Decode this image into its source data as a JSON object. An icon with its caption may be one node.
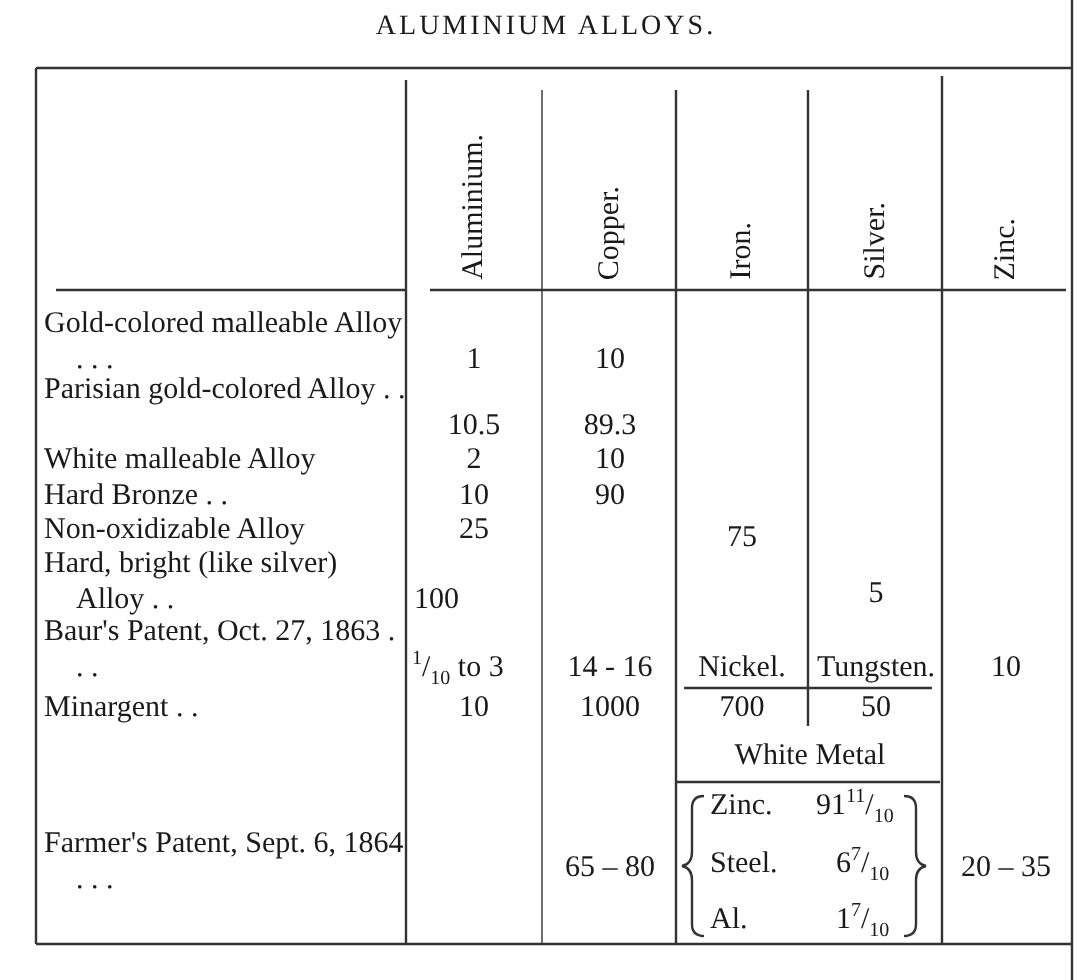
{
  "diagram": {
    "title": "ALUMINIUM ALLOYS.",
    "labels": [
      "Aluminium.",
      "Copper.",
      "Iron.",
      "Silver.",
      "Zinc.",
      "Gold-colored malleable Alloy . . .",
      "1",
      "10",
      "Parisian gold-colored Alloy . .",
      "10.5",
      "89.3",
      "White malleable Alloy",
      "2",
      "10",
      "Hard Bronze . .",
      "10",
      "90",
      "Non-oxidizable Alloy",
      "25",
      "75",
      "Hard, bright (like silver) Alloy . .",
      "100",
      "5",
      "Baur's Patent, Oct. 27, 1863 . . .",
      "$^{1}$/$_{10}$ to 3",
      "14 - 16",
      "Nickel.",
      "Tungsten.",
      "10",
      "Minargent . .",
      "10",
      "1000",
      "700",
      "50",
      "White Metal",
      "Farmer's Patent, Sept. 6, 1864 . . .",
      "65 – 80",
      "Zinc.",
      "91$^{11}$/$_{10}$",
      "Steel.",
      "6$^{7}$/$_{10}$",
      "Al.",
      "1$^{7}$/$_{10}$",
      "20 – 35"
    ]
  }
}
